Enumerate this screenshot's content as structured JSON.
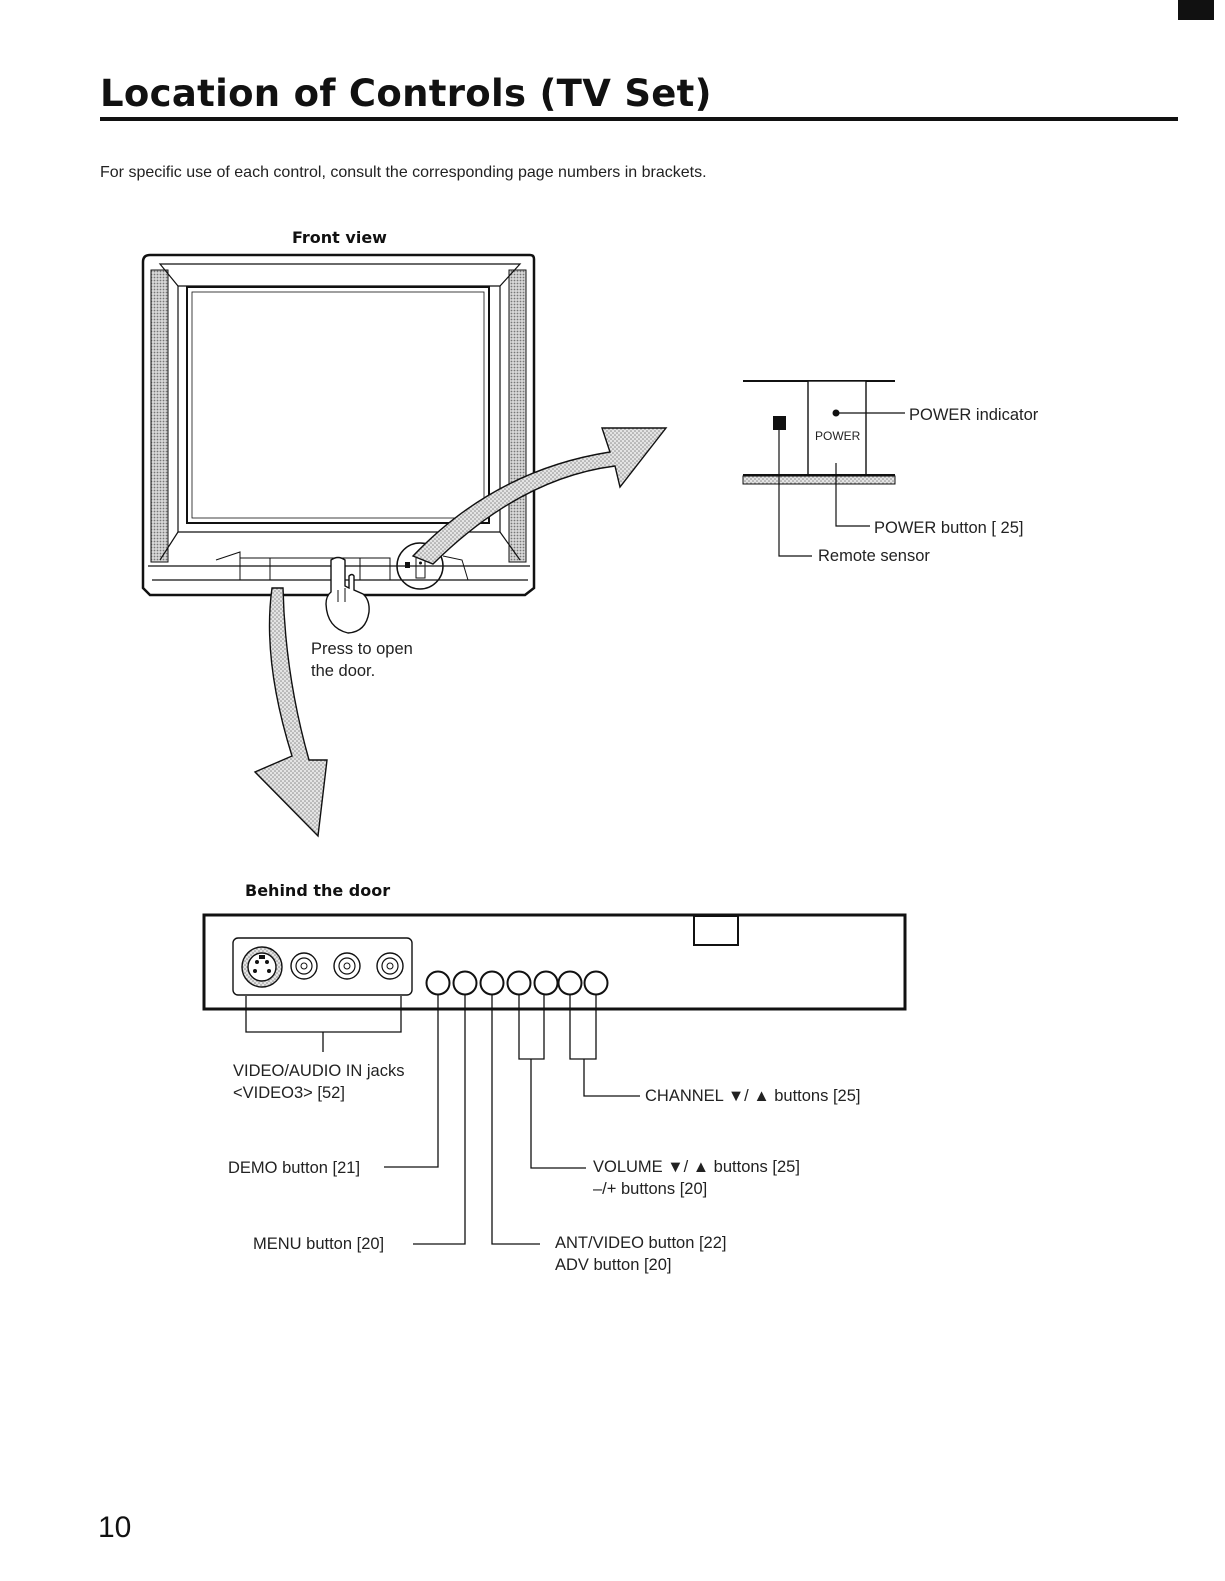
{
  "page": {
    "title": "Location of Controls (TV Set)",
    "intro": "For specific use of each control, consult the corresponding page numbers in brackets.",
    "page_number": "10"
  },
  "front_view": {
    "label": "Front view",
    "door_note": [
      "Press to open",
      "the door."
    ]
  },
  "power_panel": {
    "button_text": "POWER",
    "indicator_label": "POWER indicator",
    "button_label": "POWER button [ 25]",
    "sensor_label": "Remote sensor"
  },
  "behind_door": {
    "label": "Behind the door",
    "jacks_label": [
      "VIDEO/AUDIO IN jacks",
      "<VIDEO3> [52]"
    ],
    "demo_label": "DEMO button [21]",
    "menu_label": "MENU button [20]",
    "ant_video_label": [
      "ANT/VIDEO button [22]",
      "ADV button [20]"
    ],
    "volume_label": [
      "VOLUME ▼/ ▲ buttons [25]",
      "–/+ buttons [20]"
    ],
    "channel_label": "CHANNEL ▼/ ▲ buttons [25]"
  }
}
